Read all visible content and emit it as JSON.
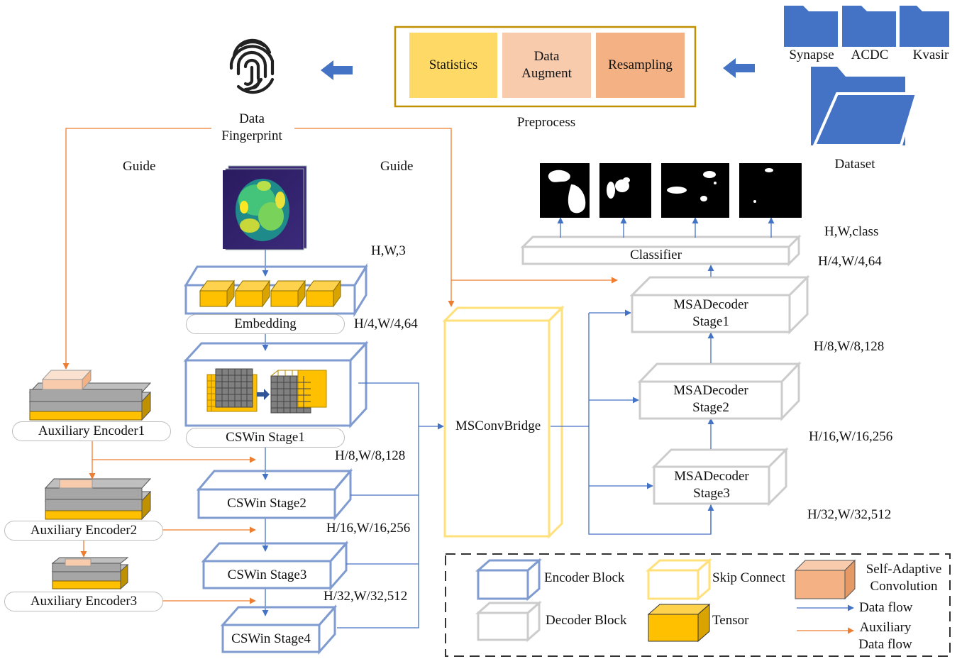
{
  "datasets": {
    "items": [
      "Synapse",
      "ACDC",
      "Kvasir"
    ],
    "label": "Dataset"
  },
  "preprocess": {
    "steps": [
      "Statistics",
      "Data\nAugment",
      "Resampling"
    ],
    "label": "Preprocess"
  },
  "fingerprint": {
    "label": "Data\nFingerprint"
  },
  "guide": {
    "left": "Guide",
    "right": "Guide"
  },
  "encoder": {
    "input_dims": "H,W,3",
    "embedding_label": "Embedding",
    "embedding_dims": "H/4,W/4,64",
    "stage1_label": "CSWin Stage1",
    "stage1_dims": "H/8,W/8,128",
    "stage2_label": "CSWin Stage2",
    "stage2_dims": "H/16,W/16,256",
    "stage3_label": "CSWin Stage3",
    "stage3_dims": "H/32,W/32,512",
    "stage4_label": "CSWin Stage4"
  },
  "auxiliary": [
    "Auxiliary Encoder1",
    "Auxiliary Encoder2",
    "Auxiliary Encoder3"
  ],
  "bridge": {
    "label": "MSConvBridge"
  },
  "decoder": {
    "classifier_label": "Classifier",
    "output_dims": "H,W,class",
    "classifier_dims": "H/4,W/4,64",
    "stage1_label": "MSADecoder\nStage1",
    "stage1_dims": "H/8,W/8,128",
    "stage2_label": "MSADecoder\nStage2",
    "stage2_dims": "H/16,W/16,256",
    "stage3_label": "MSADecoder\nStage3",
    "stage3_dims": "H/32,W/32,512"
  },
  "legend": {
    "encoder_block": "Encoder Block",
    "decoder_block": "Decoder Block",
    "skip_connect": "Skip Connect",
    "tensor": "Tensor",
    "self_adaptive": "Self-Adaptive\nConvolution",
    "data_flow": "Data flow",
    "aux_flow": "Auxiliary\nData flow"
  },
  "colors": {
    "encoder": "#7f9bd0",
    "decoder": "#cccccc",
    "skip": "#ffe07a",
    "tensor": "#ffc000",
    "self_adaptive": "#f4b183",
    "data_flow": "#4472c4",
    "aux_flow": "#ed7d31",
    "folder": "#4472c4",
    "preprocess_border": "#bf9000",
    "statistics": "#ffd966",
    "augment": "#f8cbad",
    "resampling": "#f4b183"
  }
}
